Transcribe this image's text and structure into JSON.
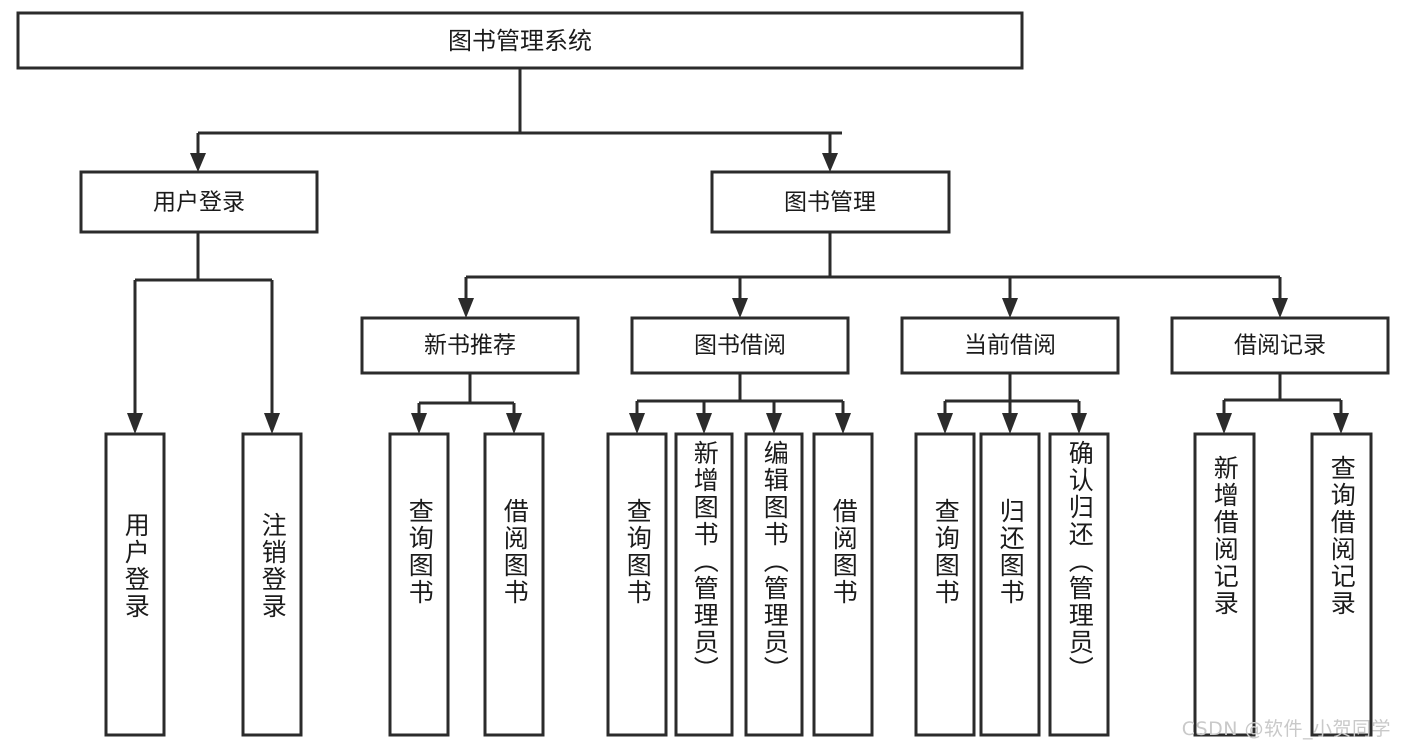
{
  "diagram": {
    "title": "图书管理系统",
    "type": "tree",
    "colors": {
      "stroke": "#2b2b2b",
      "fill": "#ffffff",
      "text": "#1b1b1b",
      "background": "#ffffff",
      "watermark": "#c9c9c9"
    },
    "levels": {
      "root": {
        "label": "图书管理系统"
      },
      "level2": [
        {
          "label": "用户登录"
        },
        {
          "label": "图书管理"
        }
      ],
      "level3": [
        {
          "label": "新书推荐"
        },
        {
          "label": "图书借阅"
        },
        {
          "label": "当前借阅"
        },
        {
          "label": "借阅记录"
        }
      ],
      "leaves": [
        {
          "label": "用户登录",
          "parent": "用户登录"
        },
        {
          "label": "注销登录",
          "parent": "用户登录"
        },
        {
          "label": "查询图书",
          "parent": "新书推荐"
        },
        {
          "label": "借阅图书",
          "parent": "新书推荐"
        },
        {
          "label": "查询图书",
          "parent": "图书借阅"
        },
        {
          "label": "新增图书（管理员）",
          "parent": "图书借阅"
        },
        {
          "label": "编辑图书（管理员）",
          "parent": "图书借阅"
        },
        {
          "label": "借阅图书",
          "parent": "图书借阅"
        },
        {
          "label": "查询图书",
          "parent": "当前借阅"
        },
        {
          "label": "归还图书",
          "parent": "当前借阅"
        },
        {
          "label": "确认归还（管理员）",
          "parent": "当前借阅"
        },
        {
          "label": "新增借阅记录",
          "parent": "借阅记录"
        },
        {
          "label": "查询借阅记录",
          "parent": "借阅记录"
        }
      ]
    }
  },
  "watermark": {
    "text": "CSDN @软件_小贺同学"
  }
}
